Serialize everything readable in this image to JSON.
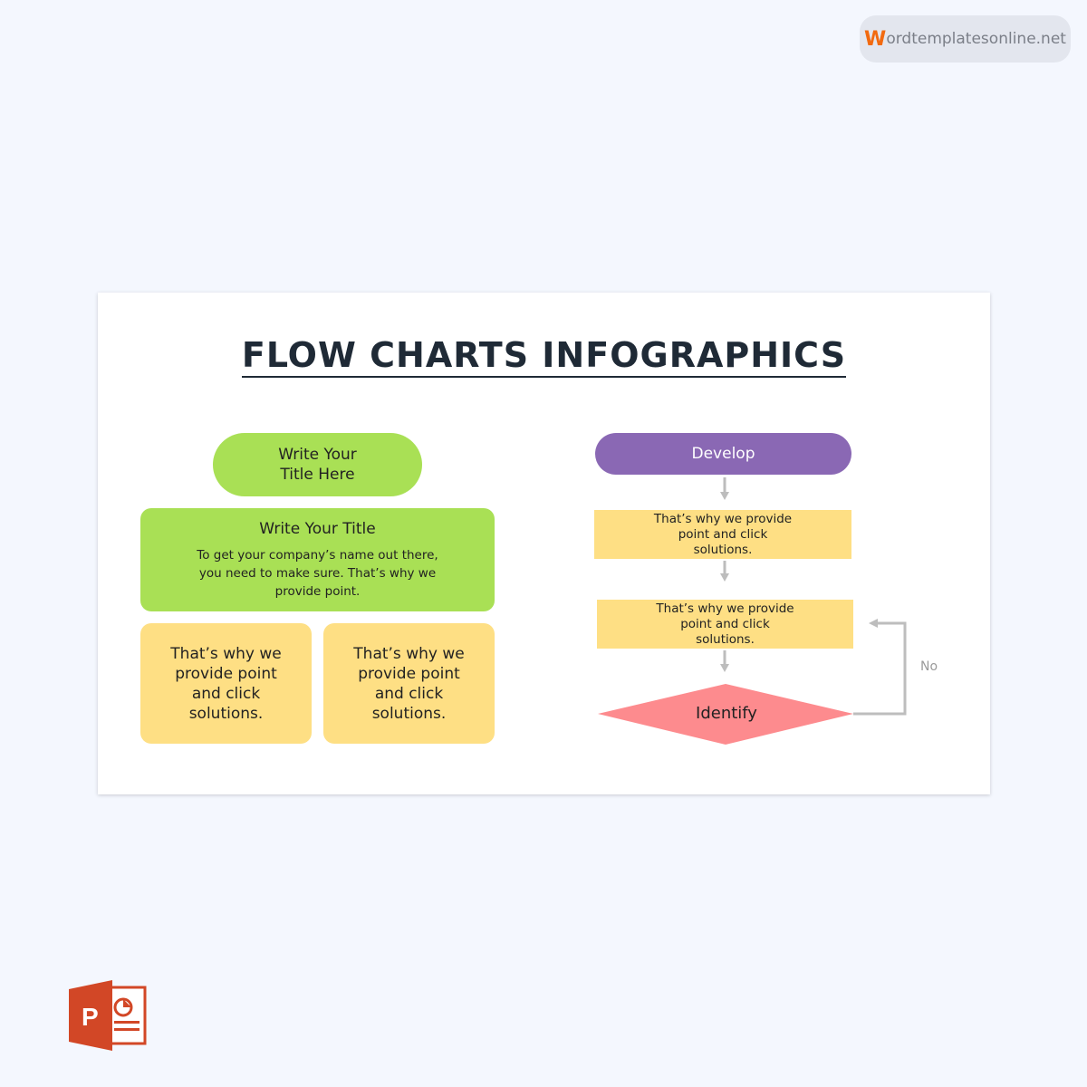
{
  "brand": {
    "logo_letter": "W",
    "text": "ordtemplatesonline.net"
  },
  "title": "FLOW CHARTS INFOGRAPHICS",
  "left": {
    "pill": "Write Your Title Here",
    "box_title": "Write Your Title",
    "box_body": "To get your company’s name out there, you need to make sure. That’s why we provide point.",
    "card1": "That’s why we provide point and click solutions.",
    "card2": "That’s why we provide point and click solutions."
  },
  "right": {
    "start": "Develop",
    "step1": "That’s why we provide point and click solutions.",
    "step2": "That’s why we provide point and click solutions.",
    "decision": "Identify",
    "loop_label": "No"
  },
  "colors": {
    "green": "#a9e055",
    "yellow": "#fedf84",
    "purple": "#8a68b4",
    "pink": "#fd8b8e",
    "arrow": "#bdbdbd",
    "ppt": "#d24726"
  }
}
